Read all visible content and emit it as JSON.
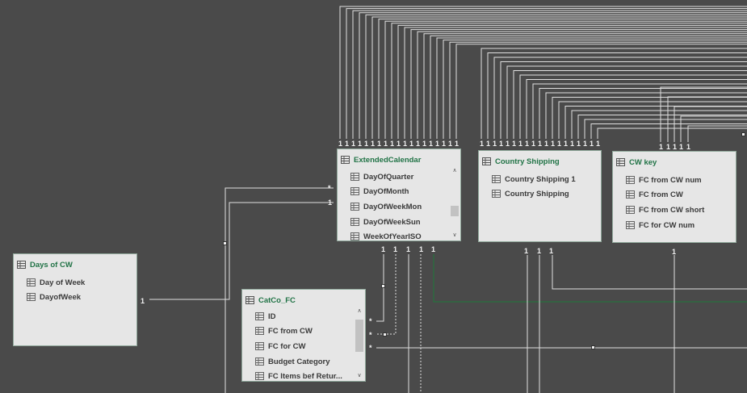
{
  "relation_labels": {
    "one": "1",
    "many": "*"
  },
  "tables": {
    "extended_calendar": {
      "title": "ExtendedCalendar",
      "fields": [
        "DayOfQuarter",
        "DayOfMonth",
        "DayOfWeekMon",
        "DayOfWeekSun",
        "WeekOfYearISO"
      ]
    },
    "country_shipping": {
      "title": "Country Shipping",
      "fields": [
        "Country Shipping 1",
        "Country Shipping"
      ]
    },
    "cw_key": {
      "title": "CW key",
      "fields": [
        "FC from CW num",
        "FC from CW",
        "FC from CW short",
        "FC for CW num"
      ]
    },
    "days_of_cw": {
      "title": "Days of CW",
      "fields": [
        "Day of Week",
        "DayofWeek"
      ]
    },
    "catco_fc": {
      "title": "CatCo_FC",
      "fields": [
        "ID",
        "FC from CW",
        "FC for CW",
        "Budget Category",
        "FC Items bef Retur..."
      ]
    }
  },
  "colors": {
    "canvas": "#4a4a4a",
    "card": "#e6e6e6",
    "title": "#217346",
    "line": "#e0e0e0",
    "active_line": "#1e7a3a"
  },
  "icons": {
    "table": "table-icon",
    "field": "field-icon"
  }
}
